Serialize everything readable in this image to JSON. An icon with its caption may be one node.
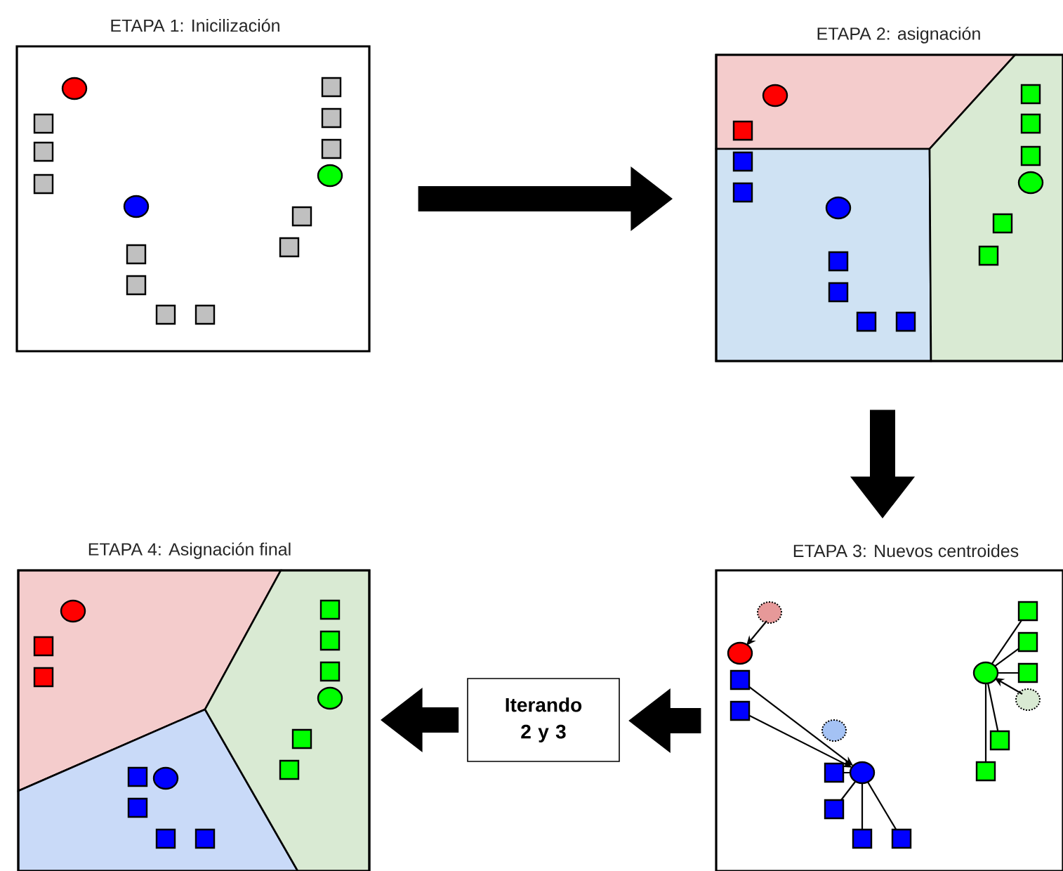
{
  "diagram": {
    "nodes": [
      {
        "text": [
          "ETAPA 1: Inicilización"
        ]
      },
      {
        "text": [
          "ETAPA 2: asignación"
        ]
      },
      {
        "text": [
          "ETAPA 4: Asignación final"
        ]
      },
      {
        "text": [
          "Iterando 2 y 3"
        ]
      },
      {
        "text": [
          "ETAPA 3: Nuevos centroides"
        ]
      }
    ],
    "edges": [
      {
        "from": 0,
        "to": 1,
        "arrow": "to"
      },
      {
        "from": 1,
        "to": 4,
        "arrow": "to"
      },
      {
        "from": 4,
        "to": 3,
        "arrow": "to"
      },
      {
        "from": 3,
        "to": 2,
        "arrow": "to"
      }
    ]
  }
}
